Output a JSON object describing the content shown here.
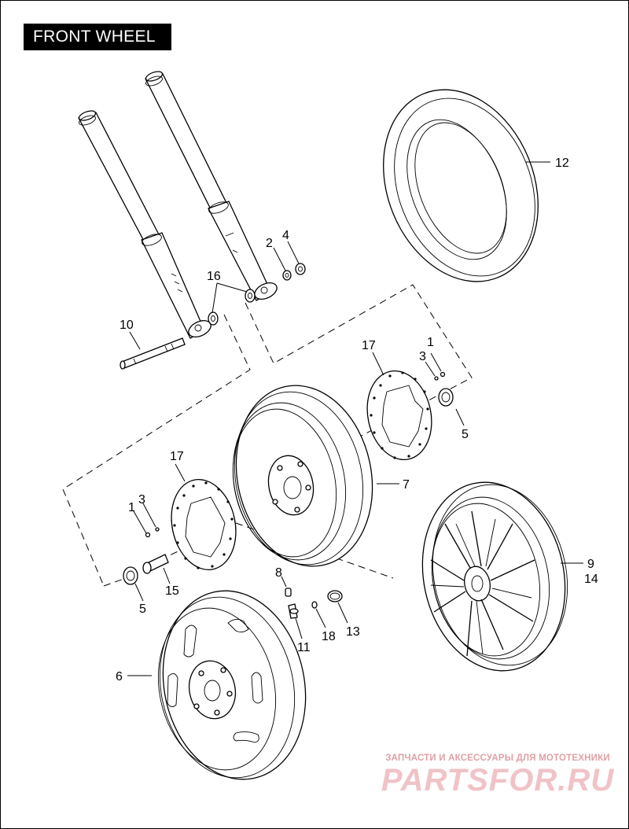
{
  "title": "FRONT WHEEL",
  "callouts": {
    "c1a": "1",
    "c1b": "1",
    "c2": "2",
    "c3a": "3",
    "c3b": "3",
    "c4": "4",
    "c5a": "5",
    "c5b": "5",
    "c6": "6",
    "c7": "7",
    "c8": "8",
    "c9": "9",
    "c10": "10",
    "c11": "11",
    "c12": "12",
    "c13": "13",
    "c14": "14",
    "c15": "15",
    "c16": "16",
    "c17a": "17",
    "c17b": "17",
    "c18": "18"
  },
  "watermark": {
    "tagline": "ЗАПЧАСТИ И АКСЕССУАРЫ ДЛЯ МОТОТЕХНИКИ",
    "logo": "PARTSFOR.RU"
  },
  "colors": {
    "line": "#000000",
    "title_bg": "#000000",
    "title_text": "#ffffff",
    "watermark": "#f0c3c6"
  }
}
